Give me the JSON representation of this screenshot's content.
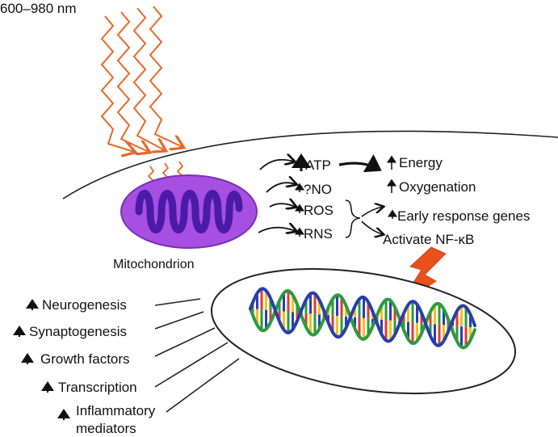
{
  "wavelength_label": "600–980 nm",
  "mitochondrion_label": "Mitochondrion",
  "mediators": {
    "atp": "ATP",
    "no": "?NO",
    "ros": "ROS",
    "rns": "RNS"
  },
  "effects": {
    "energy": "Energy",
    "oxygenation": "Oxygenation",
    "early_response_genes": "Early response genes",
    "activate_nfkb": "Activate NF-κB"
  },
  "outcomes": {
    "neurogenesis": "Neurogenesis",
    "synaptogenesis": "Synaptogenesis",
    "growth_factors": "Growth factors",
    "transcription": "Transcription",
    "inflammatory_line1": "Inflammatory",
    "inflammatory_line2": "mediators"
  },
  "colors": {
    "light_rays": "#e8672a",
    "mitochondrion_fill": "#a64fe0",
    "mitochondrion_cristae": "#4b1aa8",
    "nfkb_arrow": "#e8501c",
    "dna_colors": [
      "#e23b2e",
      "#f2c21b",
      "#2d9a3e",
      "#2a3fa8"
    ]
  },
  "icons": {
    "up_arrow": "up-arrow-icon",
    "curved_arrow": "curved-arrow-icon",
    "brace": "brace-icon"
  }
}
